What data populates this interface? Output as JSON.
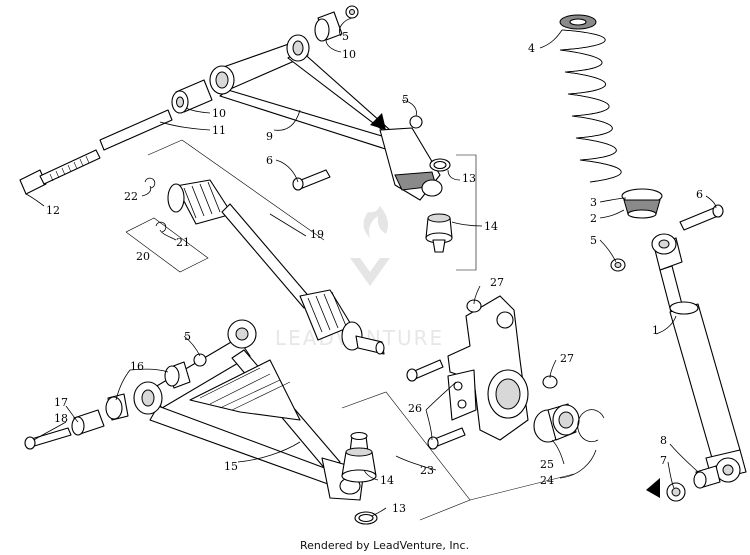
{
  "diagram": {
    "callouts": [
      {
        "id": "c1",
        "label": "5"
      },
      {
        "id": "c2",
        "label": "10"
      },
      {
        "id": "c3",
        "label": "10"
      },
      {
        "id": "c4",
        "label": "11"
      },
      {
        "id": "c5",
        "label": "12"
      },
      {
        "id": "c6",
        "label": "9"
      },
      {
        "id": "c7",
        "label": "5"
      },
      {
        "id": "c8",
        "label": "6"
      },
      {
        "id": "c9",
        "label": "13"
      },
      {
        "id": "c10",
        "label": "14"
      },
      {
        "id": "c11",
        "label": "4"
      },
      {
        "id": "c12",
        "label": "3"
      },
      {
        "id": "c13",
        "label": "2"
      },
      {
        "id": "c14",
        "label": "6"
      },
      {
        "id": "c15",
        "label": "5"
      },
      {
        "id": "c16",
        "label": "22"
      },
      {
        "id": "c17",
        "label": "21"
      },
      {
        "id": "c18",
        "label": "20"
      },
      {
        "id": "c19",
        "label": "19"
      },
      {
        "id": "c20",
        "label": "27"
      },
      {
        "id": "c21",
        "label": "1"
      },
      {
        "id": "c22",
        "label": "5"
      },
      {
        "id": "c23",
        "label": "16"
      },
      {
        "id": "c24",
        "label": "27"
      },
      {
        "id": "c25",
        "label": "17"
      },
      {
        "id": "c26",
        "label": "18"
      },
      {
        "id": "c27",
        "label": "26"
      },
      {
        "id": "c28",
        "label": "8"
      },
      {
        "id": "c29",
        "label": "7"
      },
      {
        "id": "c30",
        "label": "15"
      },
      {
        "id": "c31",
        "label": "14"
      },
      {
        "id": "c32",
        "label": "23"
      },
      {
        "id": "c33",
        "label": "25"
      },
      {
        "id": "c34",
        "label": "24"
      },
      {
        "id": "c35",
        "label": "13"
      }
    ],
    "watermark": "LEADVENTURE",
    "footer": "Rendered by LeadVenture, Inc."
  }
}
